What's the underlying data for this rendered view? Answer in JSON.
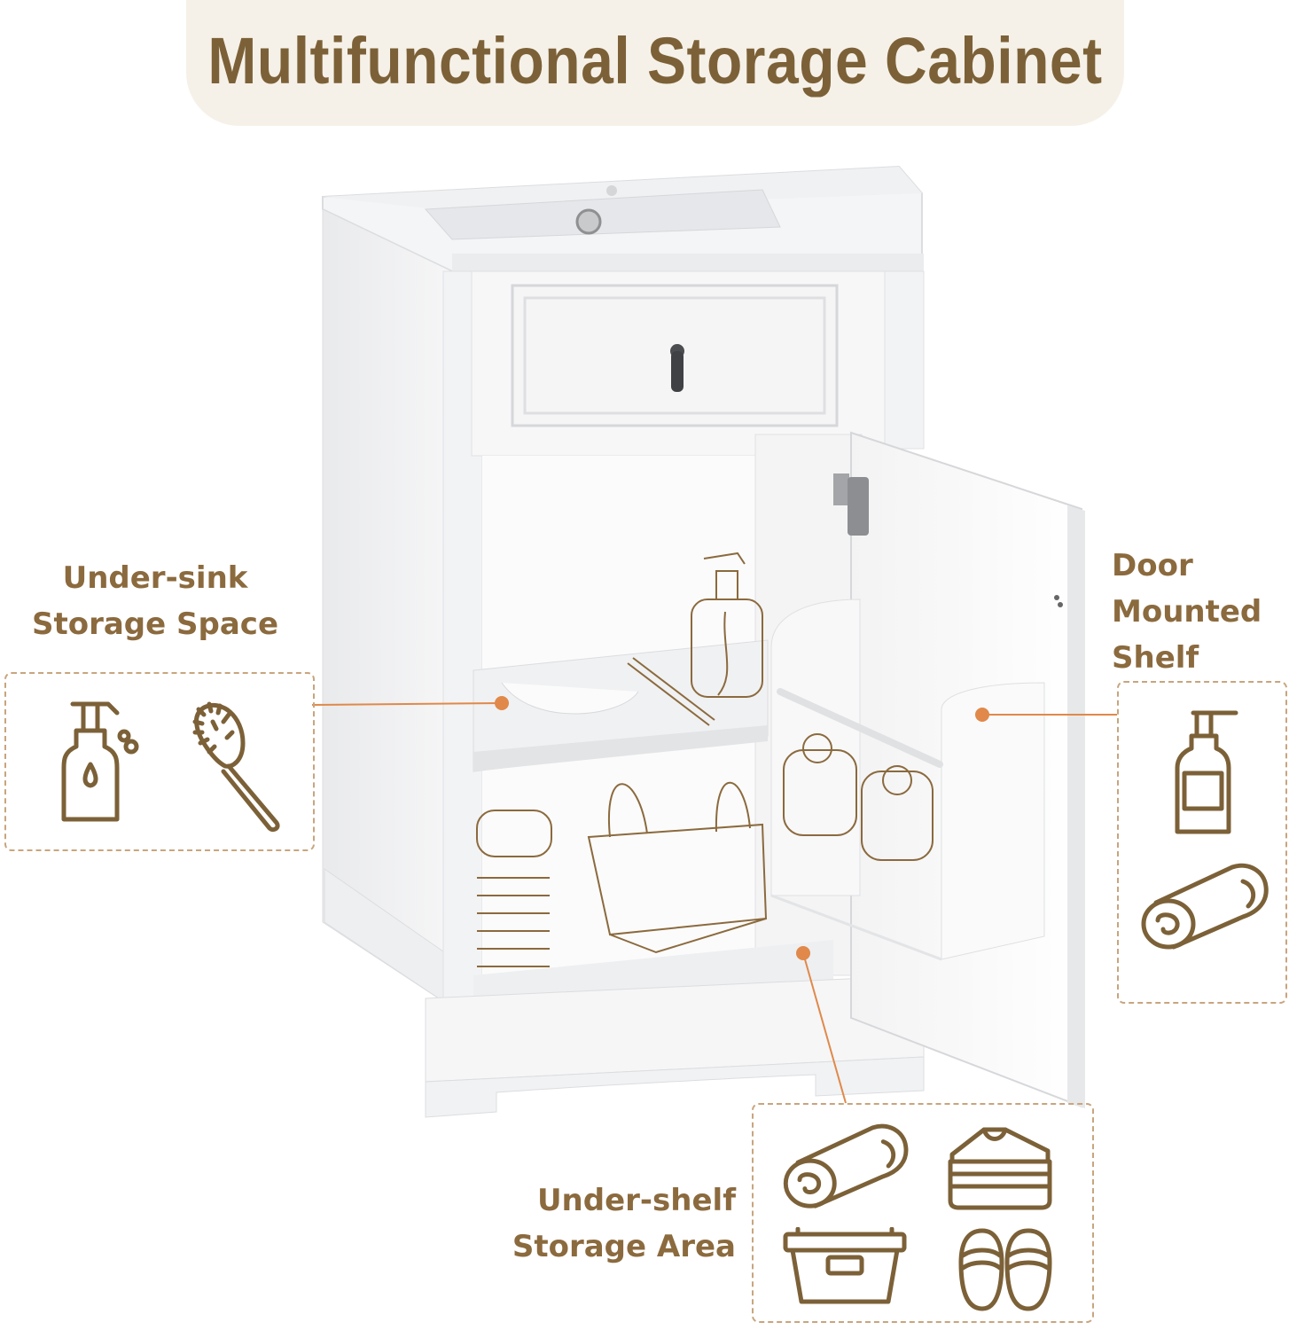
{
  "title": "Multifunctional Storage Cabinet",
  "callouts": {
    "under_sink": {
      "line1": "Under-sink",
      "line2": "Storage Space"
    },
    "door_shelf": {
      "line1": "Door",
      "line2": "Mounted",
      "line3": "Shelf"
    },
    "under_shelf": {
      "line1": "Under-shelf",
      "line2": "Storage Area"
    }
  },
  "icons": {
    "under_sink": [
      "soap-dispenser-icon",
      "hairbrush-icon"
    ],
    "door_shelf": [
      "lotion-bottle-icon",
      "rolled-towel-icon"
    ],
    "under_shelf": [
      "rolled-towel-icon",
      "folded-clothes-icon",
      "storage-box-icon",
      "slippers-icon"
    ]
  },
  "colors": {
    "accent_brown": "#7c6138",
    "label_brown": "#8b6a3e",
    "line_orange": "#e0894a",
    "banner_bg": "#f6f1e8",
    "dash_border": "#c8a57e"
  }
}
